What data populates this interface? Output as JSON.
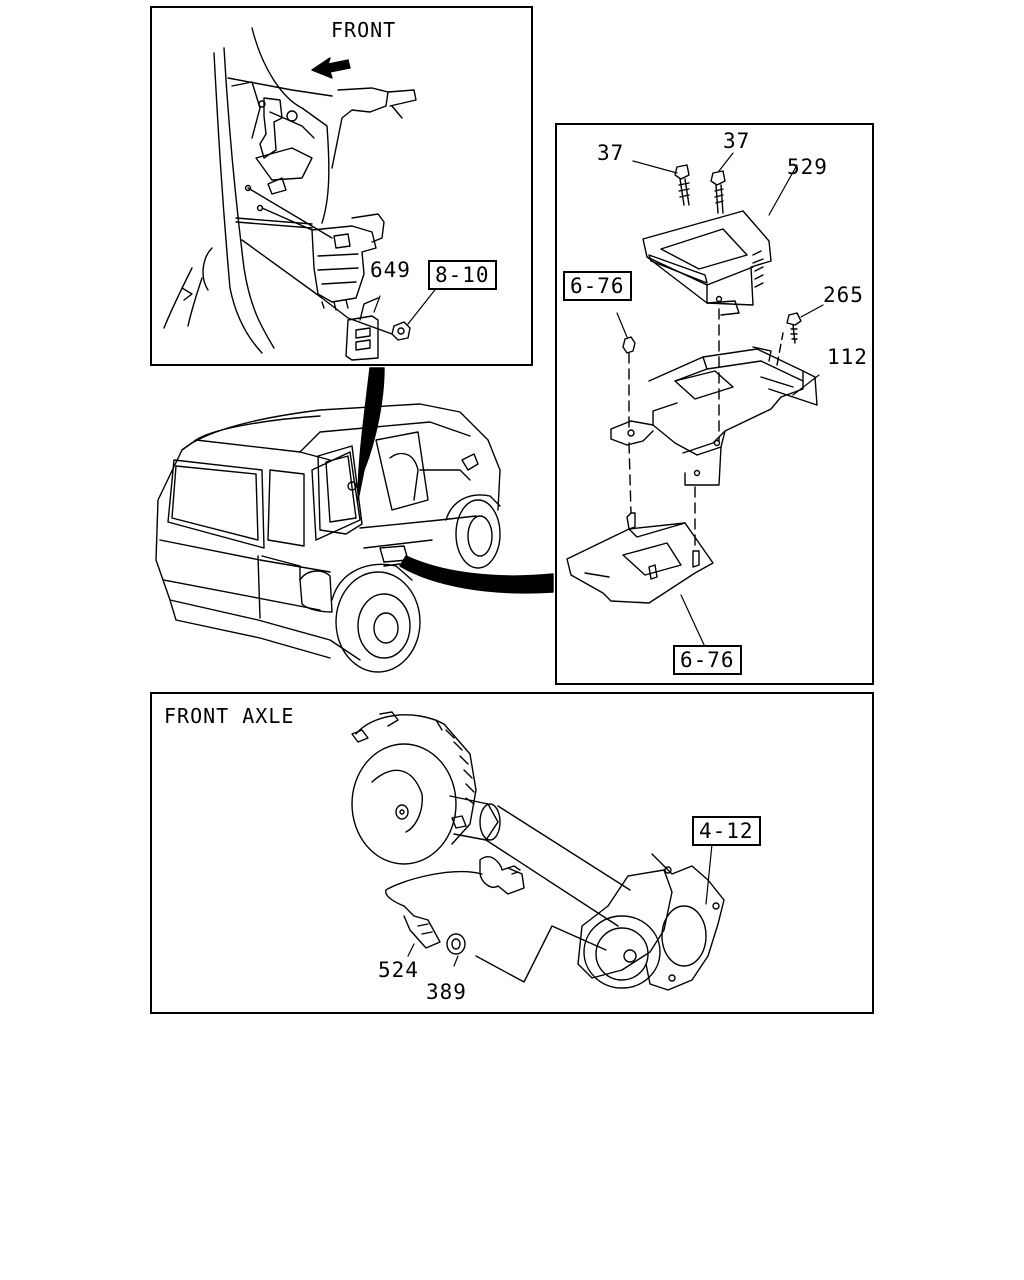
{
  "diagram": {
    "panel_a": {
      "heading": "FRONT",
      "parts": [
        "649"
      ],
      "refs": [
        "8-10"
      ]
    },
    "panel_b": {
      "parts": [
        "37",
        "37",
        "529",
        "265",
        "112"
      ],
      "refs": [
        "6-76",
        "6-76"
      ]
    },
    "panel_c": {
      "heading": "FRONT AXLE",
      "parts": [
        "524",
        "389"
      ],
      "refs": [
        "4-12"
      ]
    }
  },
  "colors": {
    "ink": "#000000",
    "paper": "#ffffff"
  }
}
